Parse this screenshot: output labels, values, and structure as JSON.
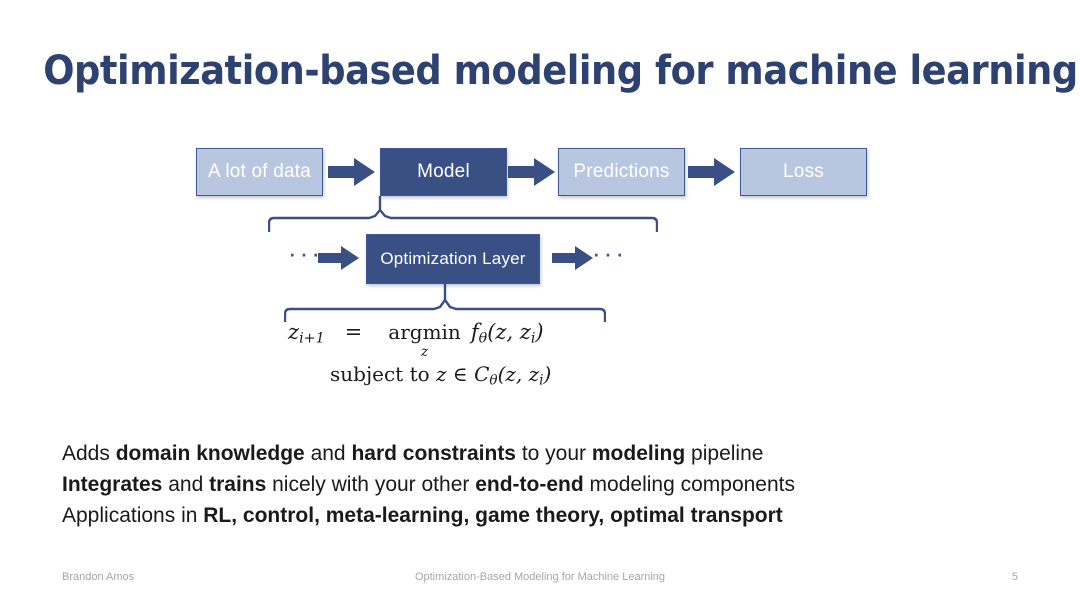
{
  "slide": {
    "title": "Optimization-based modeling for machine learning",
    "background_color": "#FFFFFF",
    "title_color": "#2E4272"
  },
  "colors": {
    "dark_blue": "#3A5085",
    "light_blue": "#B8C6E0",
    "border_blue": "#3E5893",
    "text_white": "#FFFFFF",
    "body_text": "#1A1A1A",
    "footer_text": "#A6A6A6"
  },
  "diagram": {
    "pipeline": [
      {
        "id": "data",
        "label": "A lot of data",
        "style": "light"
      },
      {
        "id": "model",
        "label": "Model",
        "style": "dark"
      },
      {
        "id": "predictions",
        "label": "Predictions",
        "style": "light"
      },
      {
        "id": "loss",
        "label": "Loss",
        "style": "light"
      }
    ],
    "inner": {
      "label": "Optimization Layer",
      "style": "dark",
      "left_ellipsis": "···",
      "right_ellipsis": "···"
    },
    "arrow_icon": "right-block-arrow",
    "brace_icon": "curly-brace-down"
  },
  "formula": {
    "lhs": "z",
    "lhs_sub": "i+1",
    "equals": "=",
    "argmin": "argmin",
    "argmin_under": "z",
    "objective_f": "f",
    "objective_sub": "θ",
    "objective_args": "(z, z",
    "objective_args_sub": "i",
    "objective_close": ")",
    "subject_to": "subject to",
    "constraint_var": "z ∈ C",
    "constraint_sub": "θ",
    "constraint_args": "(z, z",
    "constraint_args_sub": "i",
    "constraint_close": ")"
  },
  "body": {
    "lines": [
      {
        "parts": [
          {
            "text": "Adds ",
            "bold": false
          },
          {
            "text": "domain knowledge",
            "bold": true
          },
          {
            "text": " and ",
            "bold": false
          },
          {
            "text": "hard constraints",
            "bold": true
          },
          {
            "text": " to your ",
            "bold": false
          },
          {
            "text": "modeling",
            "bold": true
          },
          {
            "text": " pipeline",
            "bold": false
          }
        ]
      },
      {
        "parts": [
          {
            "text": "Integrates",
            "bold": true
          },
          {
            "text": " and ",
            "bold": false
          },
          {
            "text": "trains",
            "bold": true
          },
          {
            "text": " nicely with your other ",
            "bold": false
          },
          {
            "text": "end-to-end",
            "bold": true
          },
          {
            "text": " modeling components",
            "bold": false
          }
        ]
      },
      {
        "parts": [
          {
            "text": "Applications in ",
            "bold": false
          },
          {
            "text": "RL, control, meta-learning, game theory, optimal transport",
            "bold": true
          }
        ]
      }
    ]
  },
  "footer": {
    "author": "Brandon Amos",
    "deck_title": "Optimization-Based Modeling for Machine Learning",
    "page_number": "5"
  }
}
